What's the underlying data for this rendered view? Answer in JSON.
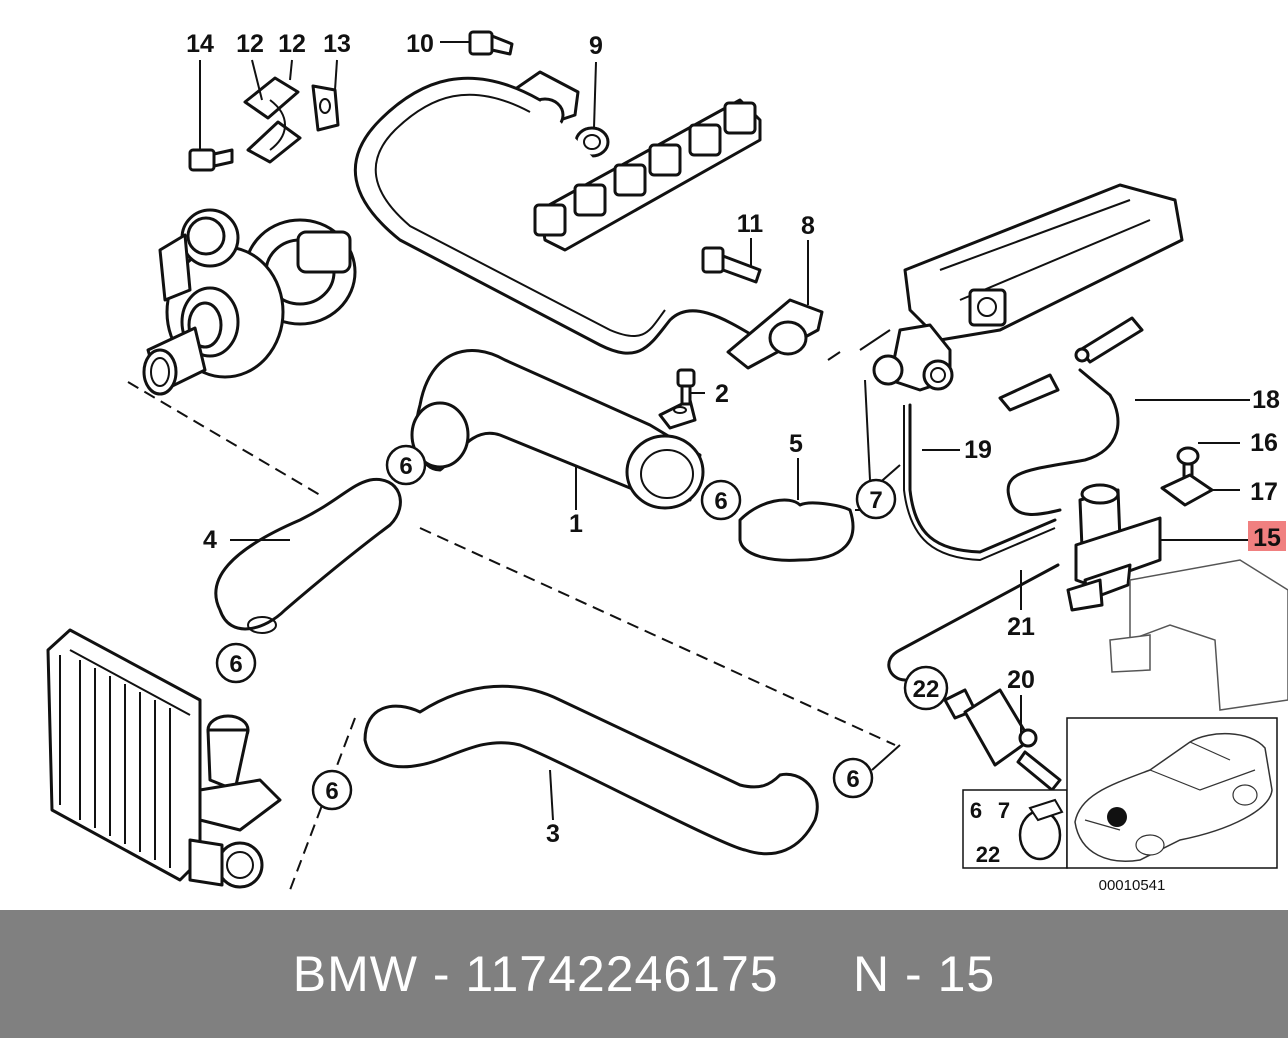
{
  "diagram": {
    "callouts": {
      "p1": "1",
      "p2": "2",
      "p3": "3",
      "p4": "4",
      "p5": "5",
      "p8": "8",
      "p9": "9",
      "p10": "10",
      "p11": "11",
      "p12a": "12",
      "p12b": "12",
      "p13": "13",
      "p14": "14",
      "p16": "16",
      "p17": "17",
      "p18": "18",
      "p19": "19",
      "p20": "20",
      "p21": "21"
    },
    "circled": {
      "c6a": "6",
      "c6b": "6",
      "c6c": "6",
      "c6d": "6",
      "c6e": "6",
      "c7": "7",
      "c22": "22"
    },
    "highlighted": {
      "label": "15",
      "color": "#f08080"
    },
    "inset": {
      "label6": "6",
      "label7": "7",
      "label22": "22"
    },
    "figure_code": "00010541"
  },
  "footer": {
    "text": "BMW - 11742246175     N - 15",
    "background": "#808080",
    "text_color": "#ffffff"
  }
}
